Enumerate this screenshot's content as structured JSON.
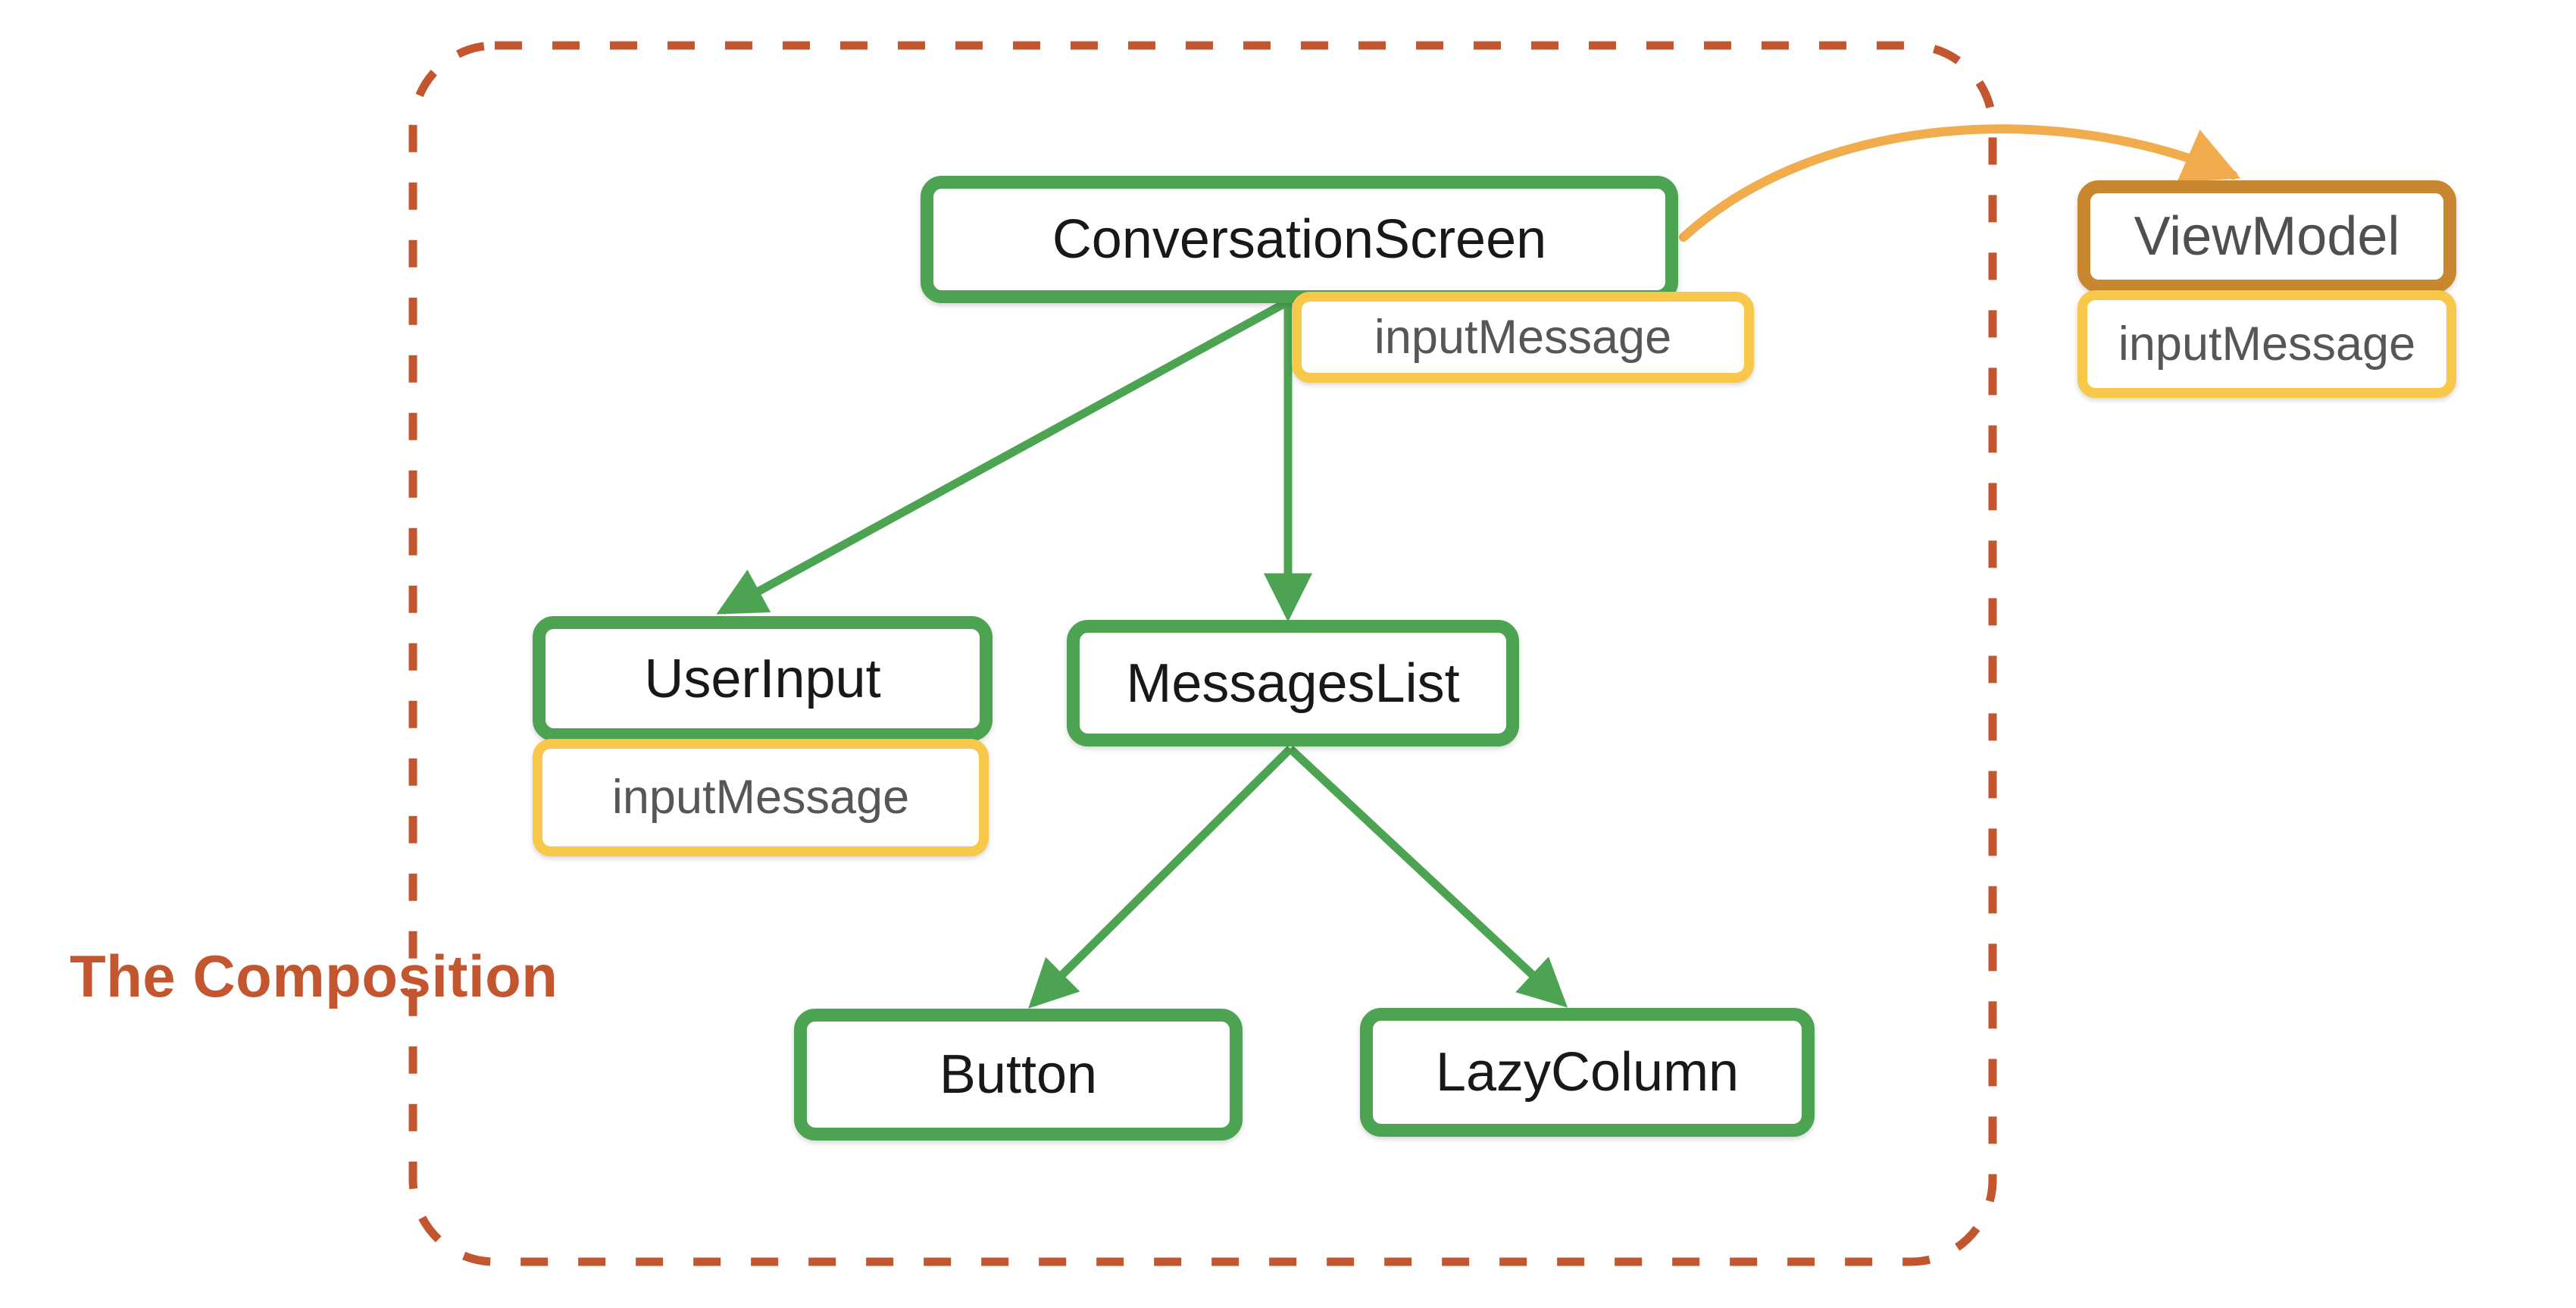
{
  "diagram": {
    "title": "The Composition",
    "container": {
      "label": "The Composition",
      "border_style": "dashed",
      "border_color": "#C4562F"
    },
    "colors": {
      "composable_border": "#4CA352",
      "viewmodel_border": "#C8872F",
      "state_border": "#F8C84A",
      "composition_boundary": "#C4562F",
      "composable_arrow": "#4CA352",
      "state_arrow": "#F0AC4D",
      "node_text": "#18181a",
      "state_text": "#565656",
      "background": "#ffffff"
    },
    "nodes": [
      {
        "id": "conversation-screen",
        "label": "ConversationScreen",
        "kind": "composable"
      },
      {
        "id": "user-input",
        "label": "UserInput",
        "kind": "composable"
      },
      {
        "id": "messages-list",
        "label": "MessagesList",
        "kind": "composable"
      },
      {
        "id": "button",
        "label": "Button",
        "kind": "composable"
      },
      {
        "id": "lazy-column",
        "label": "LazyColumn",
        "kind": "composable"
      },
      {
        "id": "view-model",
        "label": "ViewModel",
        "kind": "viewmodel"
      }
    ],
    "state_chips": [
      {
        "id": "state-conversation-screen",
        "label": "inputMessage",
        "owner": "conversation-screen"
      },
      {
        "id": "state-user-input",
        "label": "inputMessage",
        "owner": "user-input"
      },
      {
        "id": "state-view-model",
        "label": "inputMessage",
        "owner": "view-model"
      }
    ],
    "edges": [
      {
        "from": "conversation-screen",
        "to": "user-input",
        "kind": "composition",
        "color": "#4CA352"
      },
      {
        "from": "conversation-screen",
        "to": "messages-list",
        "kind": "composition",
        "color": "#4CA352"
      },
      {
        "from": "messages-list",
        "to": "button",
        "kind": "composition",
        "color": "#4CA352"
      },
      {
        "from": "messages-list",
        "to": "lazy-column",
        "kind": "composition",
        "color": "#4CA352"
      },
      {
        "from": "conversation-screen",
        "to": "view-model",
        "kind": "state-hoist",
        "color": "#F0AC4D"
      }
    ]
  }
}
